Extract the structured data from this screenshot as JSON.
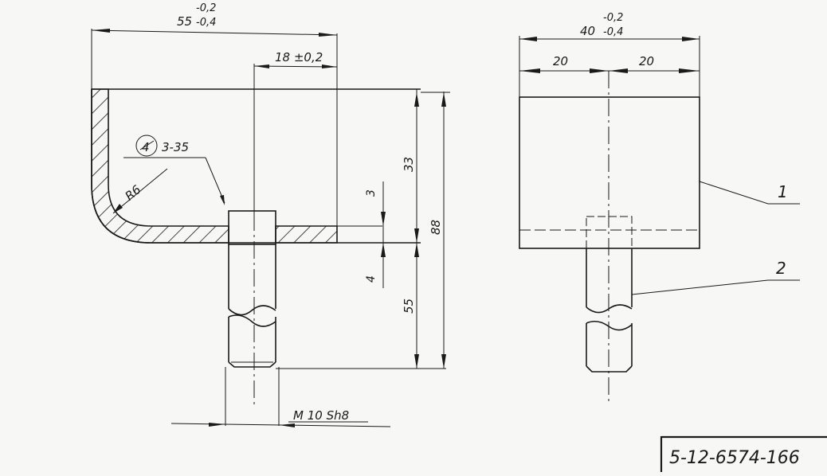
{
  "left_view": {
    "width_dim": "55",
    "width_tol_upper": "-0,2",
    "width_tol_lower": "-0,4",
    "offset_dim": "18 ±0,2",
    "radius_label": "R6",
    "weld_symbol": "4",
    "weld_spec": "3-35",
    "thickness_top": "3",
    "thickness_bottom": "4",
    "height_upper": "33",
    "height_lower": "55",
    "height_total": "88",
    "thread_label": "M 10 Sh8"
  },
  "right_view": {
    "width_dim": "40",
    "width_tol_upper": "-0,2",
    "width_tol_lower": "-0,4",
    "half_left": "20",
    "half_right": "20",
    "callout_1": "1",
    "callout_2": "2"
  },
  "drawing_number": "5-12-6574-166"
}
